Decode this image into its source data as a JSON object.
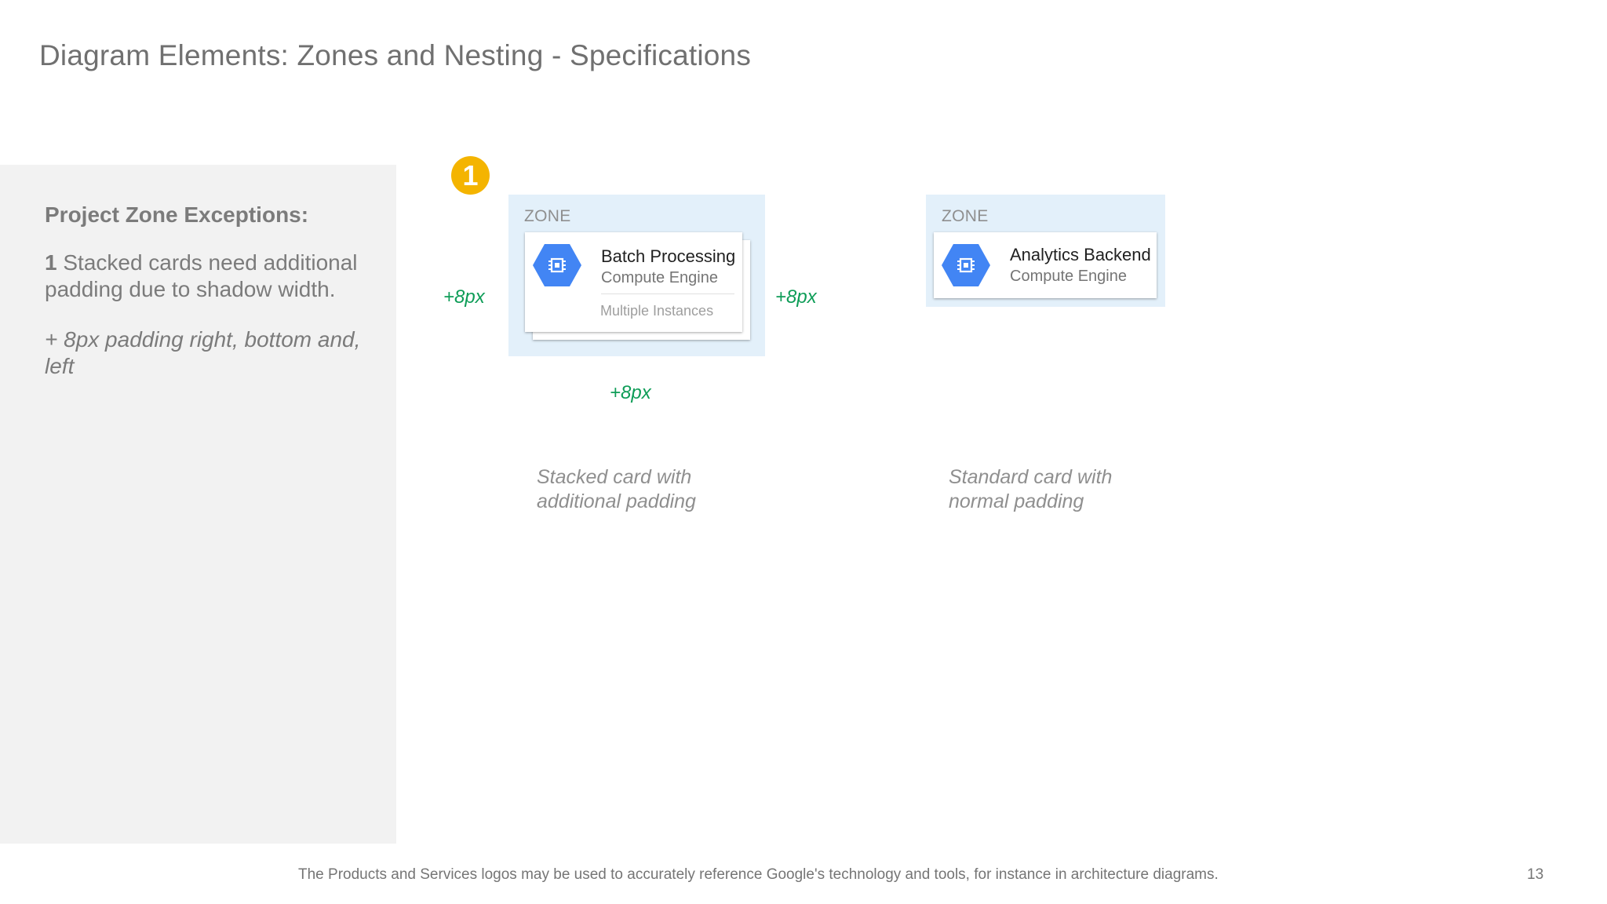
{
  "page": {
    "title": "Diagram Elements: Zones and Nesting - Specifications",
    "footer_note": "The Products and Services logos may be used to accurately reference Google's technology and tools, for instance in architecture diagrams.",
    "page_number": "13"
  },
  "side_panel": {
    "heading": "Project Zone Exceptions:",
    "note_number": "1",
    "note_text": " Stacked cards need additional padding due to shadow width.",
    "padding_note": "+ 8px padding right, bottom and, left"
  },
  "marker": {
    "label": "1",
    "color": "#f4b400"
  },
  "colors": {
    "zone_background": "#e3f0fa",
    "product_hexagon": "#4285f4",
    "padding_label": "#0f9d58"
  },
  "stacked_example": {
    "zone_label": "ZONE",
    "card": {
      "icon": "compute-engine-icon",
      "title": "Batch Processing",
      "subtitle": "Compute Engine",
      "extra": "Multiple Instances"
    },
    "padding_left": "+8px",
    "padding_right": "+8px",
    "padding_bottom": "+8px",
    "caption": "Stacked card with additional padding"
  },
  "standard_example": {
    "zone_label": "ZONE",
    "card": {
      "icon": "compute-engine-icon",
      "title": "Analytics Backend",
      "subtitle": "Compute Engine"
    },
    "caption": "Standard card with normal padding"
  }
}
